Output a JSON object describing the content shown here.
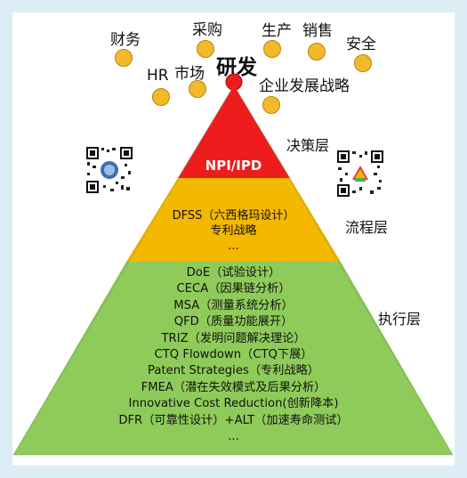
{
  "top_items": {
    "caiwu": "财务",
    "caigou": "采购",
    "shengchan": "生产",
    "xiaoshou": "销售",
    "anquan": "安全",
    "hr": "HR",
    "shichang": "市场",
    "qiye": "企业发展战略"
  },
  "center_label": "研发",
  "tiers": {
    "decision": "决策层",
    "process": "流程层",
    "execution": "执行层"
  },
  "layers": {
    "top": "NPI/IPD",
    "middle": [
      "DFSS（六西格玛设计）",
      "专利战略",
      "..."
    ],
    "bottom": [
      "DoE（试验设计）",
      "CECA（因果链分析）",
      "MSA（测量系统分析）",
      "QFD（质量功能展开）",
      "TRIZ（发明问题解决理论）",
      "CTQ Flowdown（CTQ下展）",
      "Patent Strategies（专利战略）",
      "FMEA（潜在失效模式及后果分析）",
      "Innovative Cost Reduction(创新降本)",
      "DFR（可靠性设计）+ALT（加速寿命测试）",
      "..."
    ]
  },
  "colors": {
    "top_layer": "#ee1c1c",
    "middle_layer": "#f5b800",
    "bottom_layer": "#8fcb5a",
    "dot": "#f2b92a",
    "background": "#dcedf5"
  },
  "icons": [
    "qr-code-icon-left",
    "qr-code-icon-right"
  ]
}
